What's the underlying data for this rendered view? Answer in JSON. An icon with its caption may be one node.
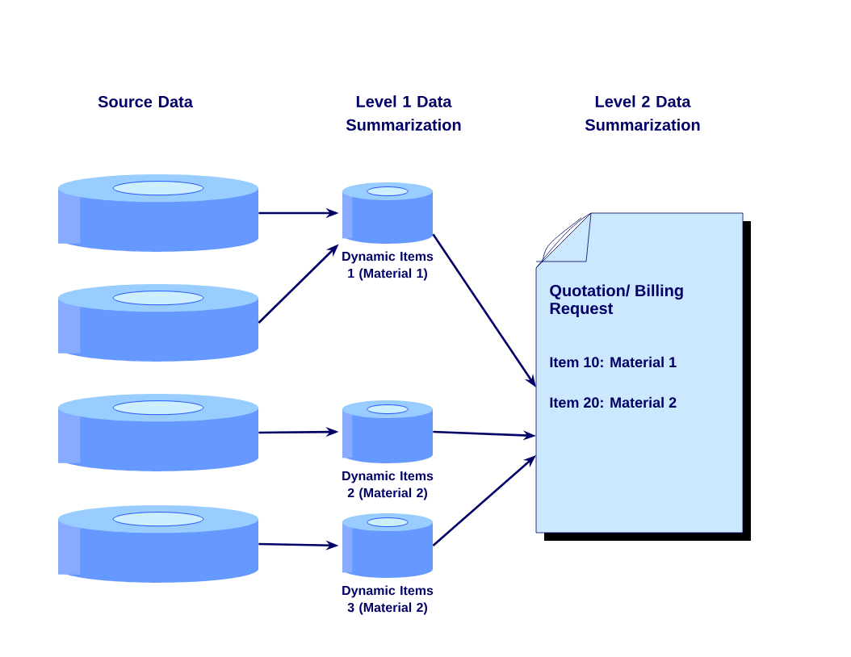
{
  "diagram": {
    "nodes": [
      {
        "text": [],
        "shape": "cylinder"
      },
      {
        "text": [],
        "shape": "cylinder"
      },
      {
        "text": [],
        "shape": "cylinder"
      },
      {
        "text": [],
        "shape": "cylinder"
      },
      {
        "text": [],
        "shape": "cylinder",
        "beside": [
          "Dynamic Items 1 (Material 1)"
        ]
      },
      {
        "text": [],
        "shape": "cylinder",
        "beside": [
          "Dynamic Items 2 (Material 2)"
        ]
      },
      {
        "text": [],
        "shape": "cylinder",
        "beside": [
          "Dynamic Items 3 (Material 2)"
        ]
      },
      {
        "text": [
          "Quotation/ Billing Request",
          "Item 10: Material 1",
          "Item 20: Material 2"
        ]
      }
    ],
    "edges": [
      {
        "from": 0,
        "to": 4,
        "arrow": "to"
      },
      {
        "from": 1,
        "to": 4,
        "arrow": "to"
      },
      {
        "from": 2,
        "to": 5,
        "arrow": "to"
      },
      {
        "from": 3,
        "to": 6,
        "arrow": "to"
      },
      {
        "from": 4,
        "to": 7,
        "arrow": "to"
      },
      {
        "from": 5,
        "to": 7,
        "arrow": "to"
      },
      {
        "from": 6,
        "to": 7,
        "arrow": "to"
      }
    ],
    "labels": [
      "Source Data",
      "Level 1 Data Summarization",
      "Level 2 Data Summarization"
    ]
  }
}
